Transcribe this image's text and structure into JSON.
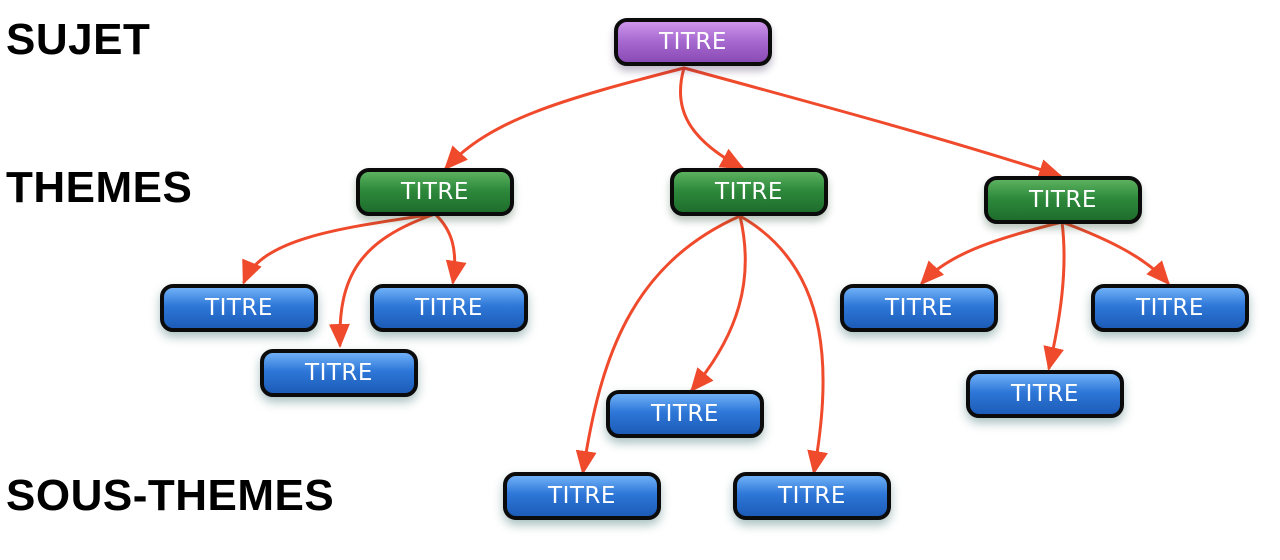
{
  "levels": {
    "subject": "SUJET",
    "themes": "THEMES",
    "subthemes": "SOUS-THEMES"
  },
  "nodes": {
    "subject": "TITRE",
    "theme_left": "TITRE",
    "theme_center": "TITRE",
    "theme_right": "TITRE",
    "sub_left_1": "TITRE",
    "sub_left_2": "TITRE",
    "sub_left_3": "TITRE",
    "sub_center_1": "TITRE",
    "sub_center_2": "TITRE",
    "sub_center_3": "TITRE",
    "sub_right_1": "TITRE",
    "sub_right_2": "TITRE",
    "sub_right_3": "TITRE"
  },
  "colors": {
    "subject": "#a86bd1",
    "theme": "#2e8a3c",
    "subtheme": "#2e77d8",
    "arrow": "#f04a2c",
    "border": "#0b0b0b"
  }
}
